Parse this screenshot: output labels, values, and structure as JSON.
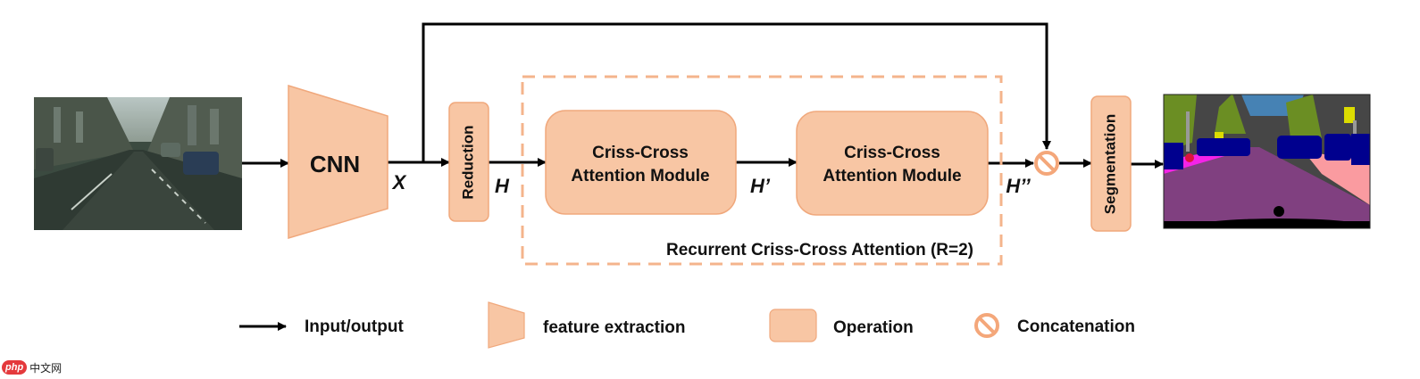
{
  "colors": {
    "fill": "#f8c6a4",
    "stroke": "#f0a87c",
    "arrow": "#000000",
    "dash": "#f4b48c"
  },
  "diagram": {
    "cnn_label": "CNN",
    "x_label": "X",
    "reduction_label": "Reduction",
    "h_label": "H",
    "module1_line1": "Criss-Cross",
    "module1_line2": "Attention Module",
    "h_prime_label": "H’",
    "module2_line1": "Criss-Cross",
    "module2_line2": "Attention Module",
    "h_double_prime_label": "H’’",
    "rcca_label": "Recurrent Criss-Cross Attention (R=2)",
    "segmentation_label": "Segmentation"
  },
  "legend": {
    "items": [
      {
        "icon": "arrow-icon",
        "label": "Input/output"
      },
      {
        "icon": "trapezoid-icon",
        "label": "feature extraction"
      },
      {
        "icon": "rounded-rect-icon",
        "label": "Operation"
      },
      {
        "icon": "concat-icon",
        "label": "Concatenation"
      }
    ]
  },
  "watermark": {
    "badge": "php",
    "text": "中文网"
  }
}
